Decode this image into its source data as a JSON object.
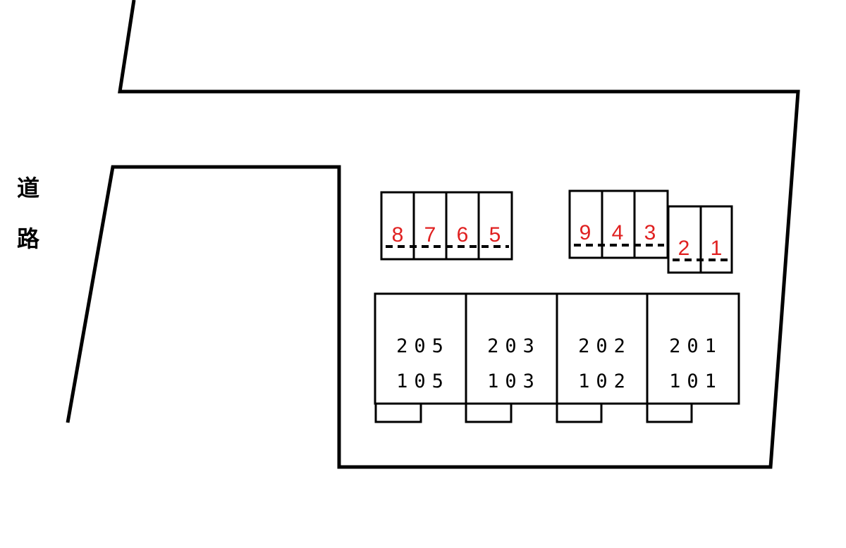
{
  "road": {
    "chars": [
      "道",
      "路"
    ]
  },
  "colors": {
    "line": "#000000",
    "parking_number": "#e02020",
    "background": "#ffffff"
  },
  "parking": {
    "left_group": [
      "8",
      "7",
      "6",
      "5"
    ],
    "right_group_upper": [
      "9",
      "4",
      "3"
    ],
    "right_group_lower": [
      "2",
      "1"
    ]
  },
  "building": {
    "units": [
      {
        "upper": "205",
        "lower": "105"
      },
      {
        "upper": "203",
        "lower": "103"
      },
      {
        "upper": "202",
        "lower": "102"
      },
      {
        "upper": "201",
        "lower": "101"
      }
    ]
  }
}
